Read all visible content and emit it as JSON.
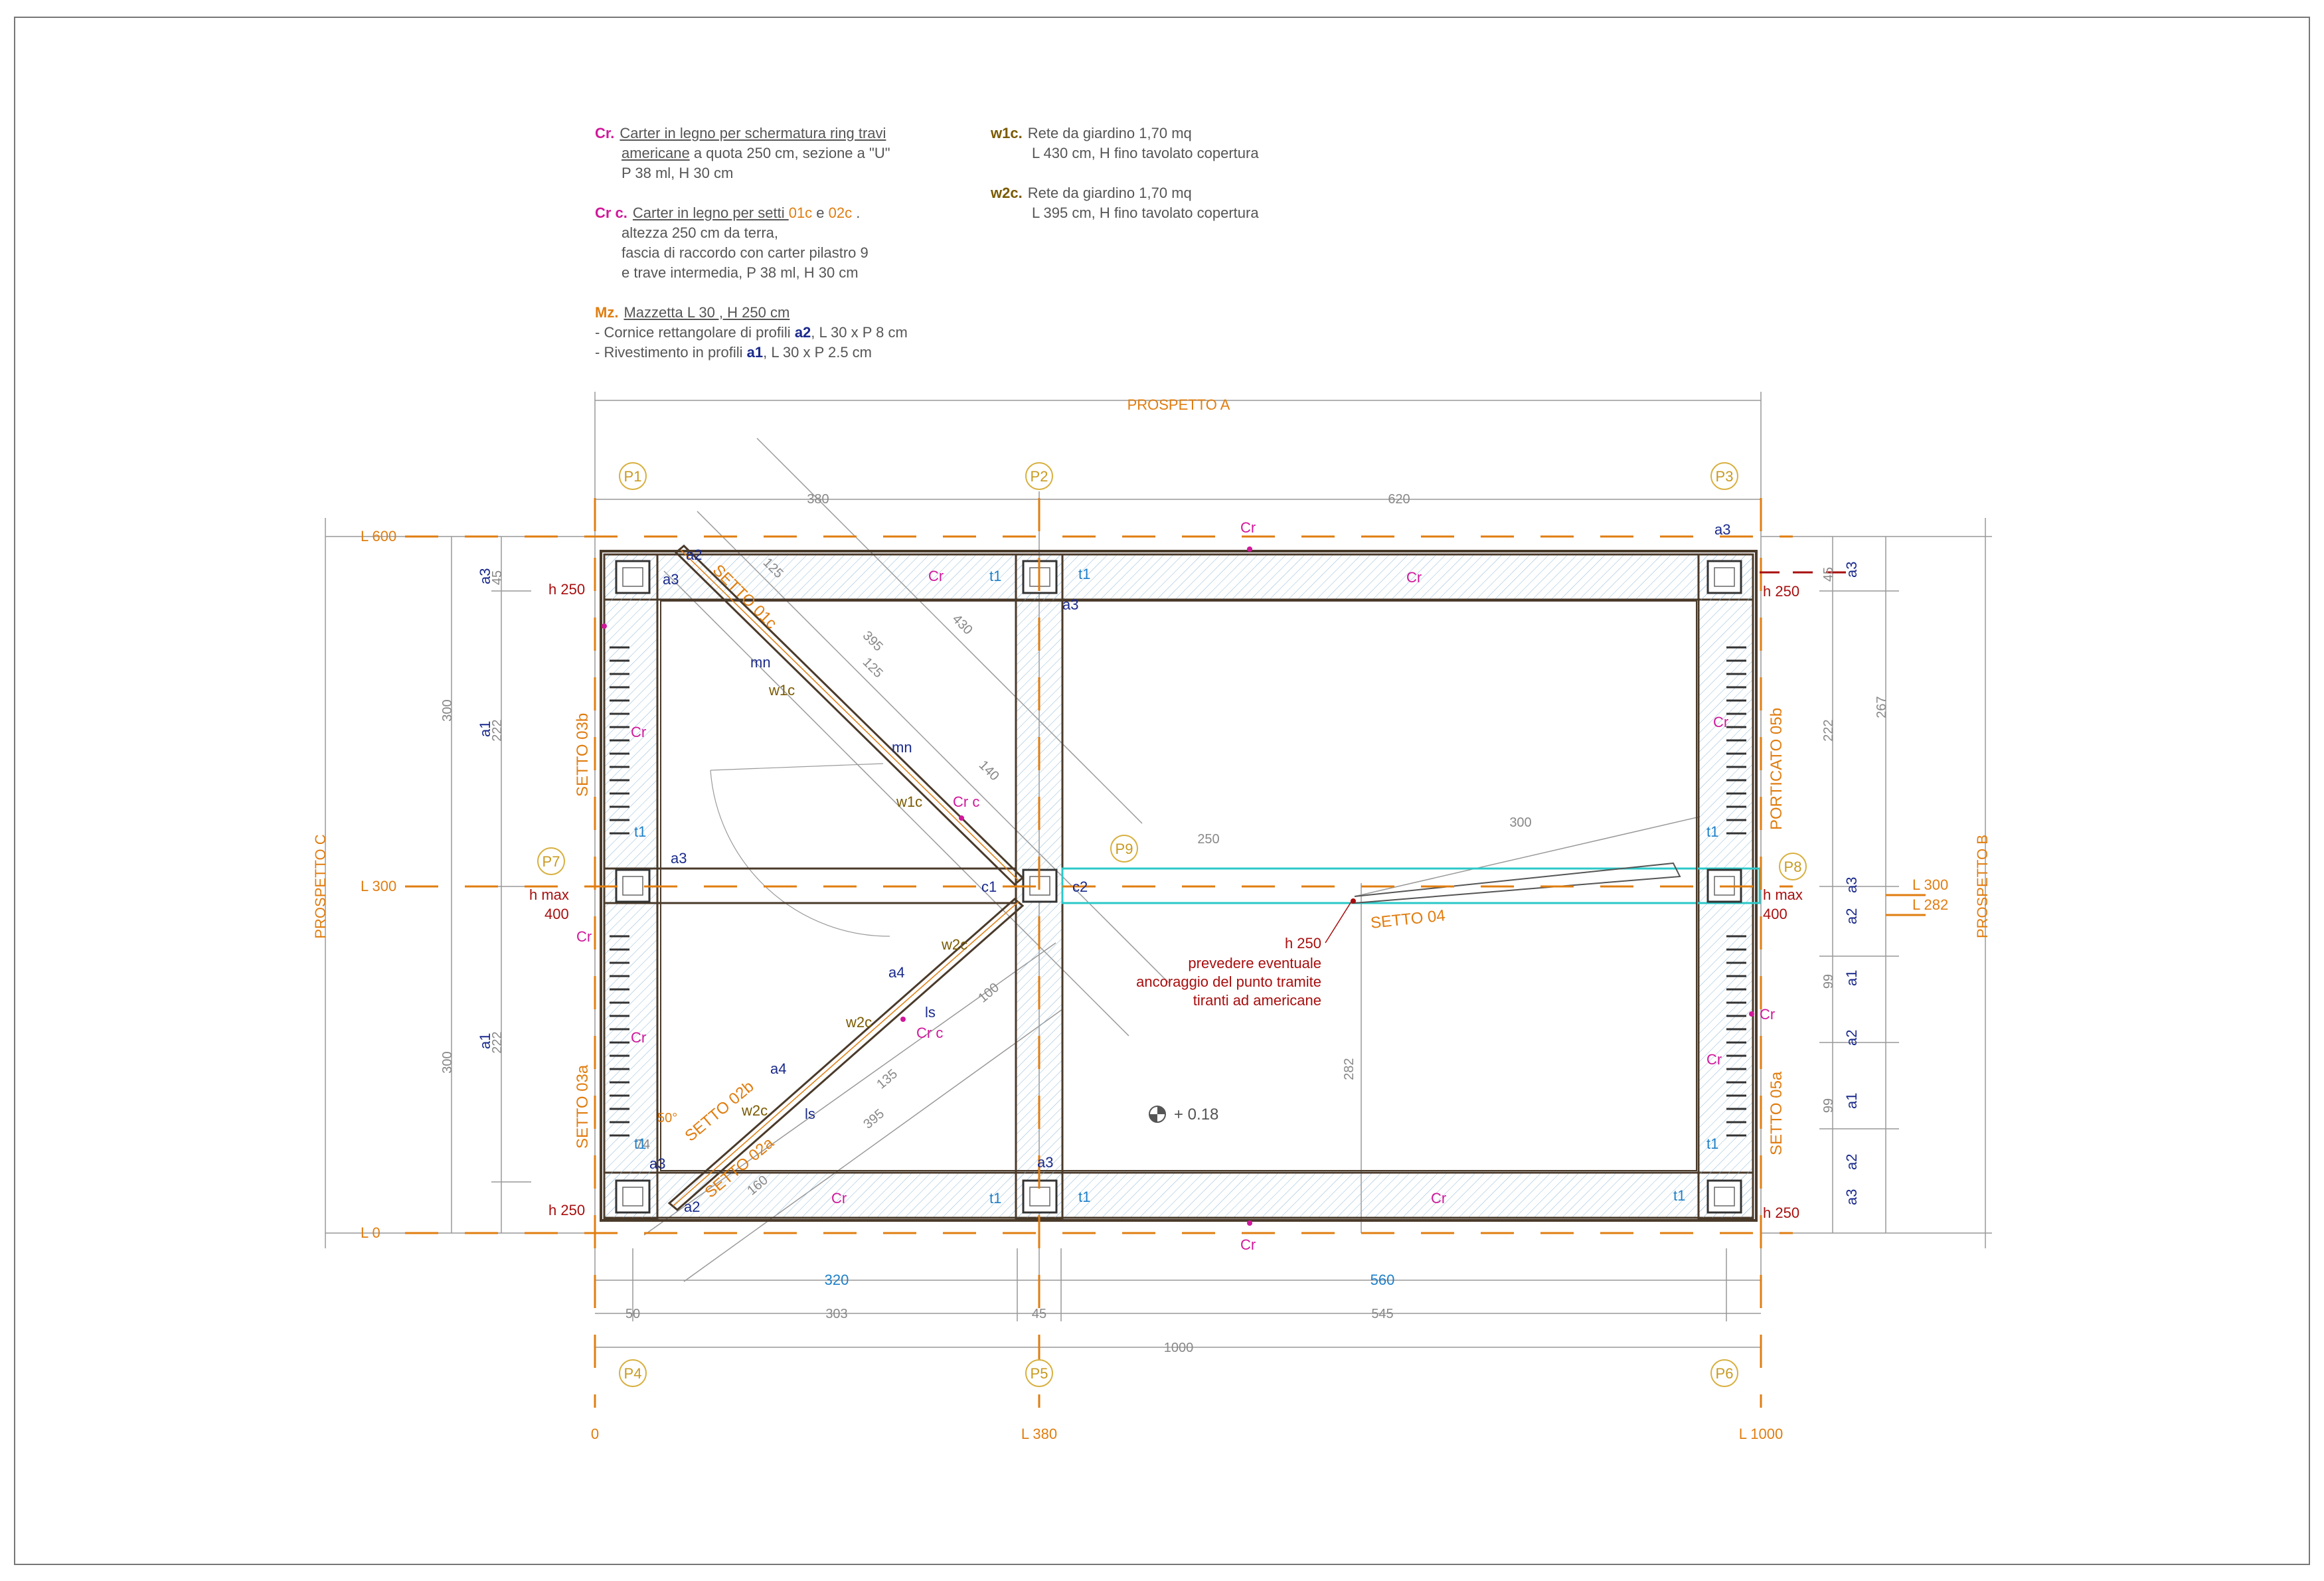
{
  "colors": {
    "orange": "#e07d10",
    "magenta": "#d0189a",
    "navy": "#1a2a8c",
    "blue": "#1e7fc8",
    "olive": "#7a5a00",
    "darkred": "#a80e0e",
    "gold": "#d8b040",
    "cyan": "#2bc8c8",
    "grey": "#888888",
    "wall": "#4a3a2a"
  },
  "notes": {
    "cr": {
      "key": "Cr.",
      "l1": "Carter in legno per schermatura ring travi",
      "l2a": "americane",
      "l2b": " a quota 250 cm, sezione a \"U\"",
      "l3": "P 38 ml, H 30 cm"
    },
    "crc": {
      "key": "Cr c.",
      "l1a": "Carter in legno per setti ",
      "l1b": "01c",
      "l1c": " e ",
      "l1d": "02c",
      "l1e": " .",
      "l2": "altezza 250 cm da terra,",
      "l3": "fascia di raccordo con carter pilastro 9",
      "l4": "e trave intermedia, P 38 ml, H 30 cm"
    },
    "mz": {
      "key": "Mz.",
      "l1": "Mazzetta L 30 , H 250 cm",
      "l2a": "- Cornice rettangolare di profili ",
      "l2b": "a2",
      "l2c": ", L 30 x P 8 cm",
      "l3a": "- Rivestimento in profili ",
      "l3b": "a1",
      "l3c": ", L 30 x P 2.5 cm"
    },
    "w1c": {
      "key": "w1c.",
      "l1": "Rete da giardino 1,70 mq",
      "l2": "L 430 cm, H fino tavolato copertura"
    },
    "w2c": {
      "key": "w2c.",
      "l1": "Rete da giardino 1,70 mq",
      "l2": "L 395 cm, H fino tavolato copertura"
    }
  },
  "plan": {
    "prospetti": {
      "a": "PROSPETTO  A",
      "b": "PROSPETTO  B",
      "c": "PROSPETTO  C"
    },
    "pillars": [
      "P1",
      "P2",
      "P3",
      "P4",
      "P5",
      "P6",
      "P7",
      "P8",
      "P9"
    ],
    "levels": {
      "l600": "L 600",
      "l300": "L 300",
      "l0": "L 0",
      "r300": "L 300",
      "r282": "L 282",
      "b0": "0",
      "b380": "L  380",
      "b1000": "L 1000"
    },
    "heights": {
      "h250": "h 250",
      "hmax": "h max",
      "v400": "400"
    },
    "dims": {
      "d380": "380",
      "d620": "620",
      "d320": "320",
      "d560": "560",
      "d50": "50",
      "d303": "303",
      "d45": "45",
      "d545": "545",
      "d1000": "1000",
      "d250": "250",
      "d300": "300",
      "d282": "282",
      "d222": "222",
      "d267": "267",
      "d99": "99",
      "d125": "125",
      "d395": "395",
      "d430": "430",
      "d140": "140",
      "d100": "100",
      "d135": "135",
      "d160": "160",
      "d74": "74",
      "d50deg": "50°"
    },
    "setti": {
      "s01c": "SETTO 01c",
      "s02b": "SETTO 02b",
      "s02a": "SETTO 02a",
      "s03b": "SETTO 03b",
      "s03a": "SETTO 03a",
      "s04": "SETTO 04",
      "s05a": "SETTO 05a",
      "p05b": "PORTICATO 05b"
    },
    "tags": {
      "cr": "Cr",
      "crc": "Cr c",
      "t1": "t1",
      "a1": "a1",
      "a2": "a2",
      "a3": "a3",
      "a4": "a4",
      "w1c": "w1c",
      "w2c": "w2c",
      "mn": "mn",
      "ls": "ls",
      "c1": "c1",
      "c2": "c2"
    },
    "elevation": "+ 0.18",
    "note04": {
      "l1": "h 250",
      "l2": "prevedere eventuale",
      "l3": "ancoraggio del punto tramite",
      "l4": "tiranti ad americane"
    }
  }
}
